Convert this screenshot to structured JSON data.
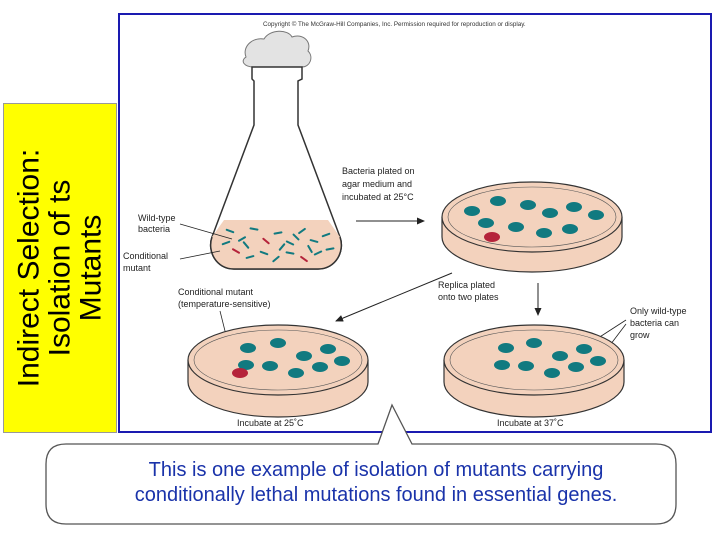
{
  "sidebar_title": {
    "lines": [
      "Indirect Selection:",
      "Isolation of ts",
      "Mutants"
    ],
    "background": "#ffff00"
  },
  "figure": {
    "copyright": "Copyright © The McGraw-Hill Companies, Inc. Permission required for reproduction or display.",
    "labels": {
      "wild_type": [
        "Wild-type",
        "bacteria"
      ],
      "conditional": [
        "Conditional",
        "mutant"
      ],
      "plated": [
        "Bacteria plated on",
        "agar medium and",
        "incubated at 25°C"
      ],
      "replica": [
        "Replica plated",
        "onto two plates"
      ],
      "conditional_ts": [
        "Conditional mutant",
        "(temperature-sensitive)"
      ],
      "only_wild": [
        "Only wild-type",
        "bacteria can",
        "grow"
      ],
      "incubate_25": "Incubate at 25˚C",
      "incubate_37": "Incubate at 37˚C"
    },
    "colors": {
      "colony_wild": "#117a80",
      "colony_mutant": "#b5233a",
      "agar": "#f3d2bd",
      "border": "#1a1ab0"
    }
  },
  "caption": {
    "lines": [
      "This is one example of isolation of mutants carrying",
      "conditionally lethal mutations found in essential genes."
    ],
    "color": "#1a33aa"
  }
}
